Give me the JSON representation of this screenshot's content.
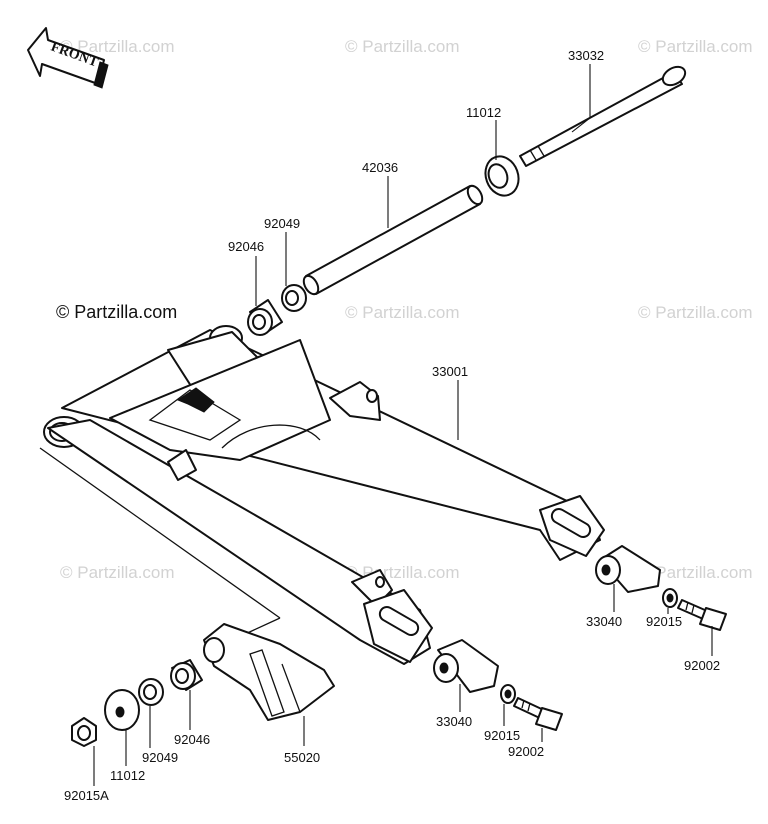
{
  "watermark": "© Partzilla.com",
  "copyright": "© Partzilla.com",
  "front_badge": "FRONT",
  "labels": {
    "p33032": "33032",
    "p11012_top": "11012",
    "p42036": "42036",
    "p92049_top": "92049",
    "p92046_top": "92046",
    "p33001": "33001",
    "p33040_right": "33040",
    "p92015_right": "92015",
    "p92002_right": "92002",
    "p33040_bottom": "33040",
    "p92015_bottom": "92015",
    "p92002_bottom": "92002",
    "p55020": "55020",
    "p92046_bottom": "92046",
    "p92049_bottom": "92049",
    "p11012_bottom": "11012",
    "p92015A": "92015A"
  }
}
